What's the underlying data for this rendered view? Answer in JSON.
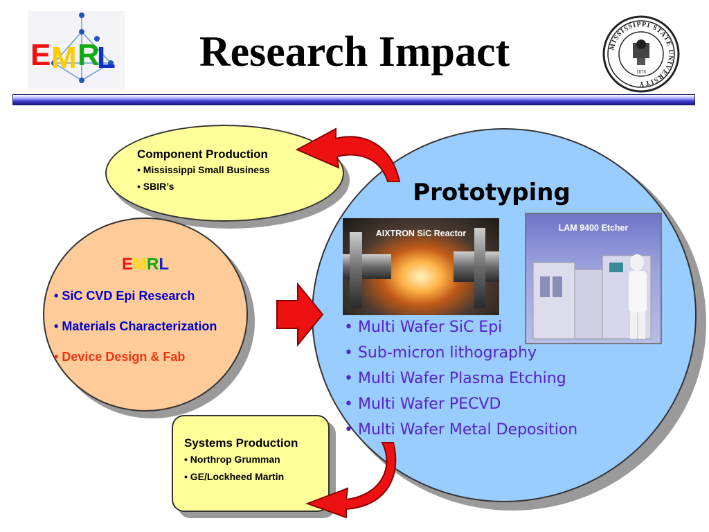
{
  "slide": {
    "title": "Research Impact"
  },
  "logos": {
    "emrl_logo_text": "EMRL",
    "seal_text": "MISSISSIPPI STATE UNIVERSITY"
  },
  "colors": {
    "proto_circle": "#99ccff",
    "emrl_circle": "#ffcc99",
    "production_fill": "#ffff99",
    "arrow": "#ee1111",
    "proto_text": "#5522cc",
    "emrl_blue": "#0000cc",
    "emrl_red": "#ee3311"
  },
  "component": {
    "heading": "Component Production",
    "items": [
      "• Mississippi Small Business",
      "• SBIR’s"
    ]
  },
  "emrl": {
    "letters": [
      {
        "char": "E",
        "color": "#ee1111"
      },
      {
        "char": "M",
        "color": "#ffdd00"
      },
      {
        "char": "R",
        "color": "#11aa11"
      },
      {
        "char": "L",
        "color": "#1122cc"
      }
    ],
    "items": [
      {
        "bullet": "•",
        "text": "SiC CVD Epi Research",
        "color": "#0000cc"
      },
      {
        "bullet": "•",
        "text": "Materials Characterization",
        "color": "#0000cc"
      },
      {
        "bullet": "•",
        "text": "Device Design & Fab",
        "color": "#ee3311"
      }
    ]
  },
  "prototyping": {
    "heading": "Prototyping",
    "photo_reactor_label": "AIXTRON SiC Reactor",
    "photo_etcher_label": "LAM 9400 Etcher",
    "items": [
      "• Multi Wafer SiC Epi",
      "• Sub-micron lithography",
      "• Multi Wafer Plasma Etching",
      "• Multi Wafer PECVD",
      "• Multi Wafer Metal Deposition"
    ]
  },
  "systems": {
    "heading": "Systems Production",
    "items": [
      "• Northrop Grumman",
      "• GE/Lockheed Martin"
    ]
  }
}
